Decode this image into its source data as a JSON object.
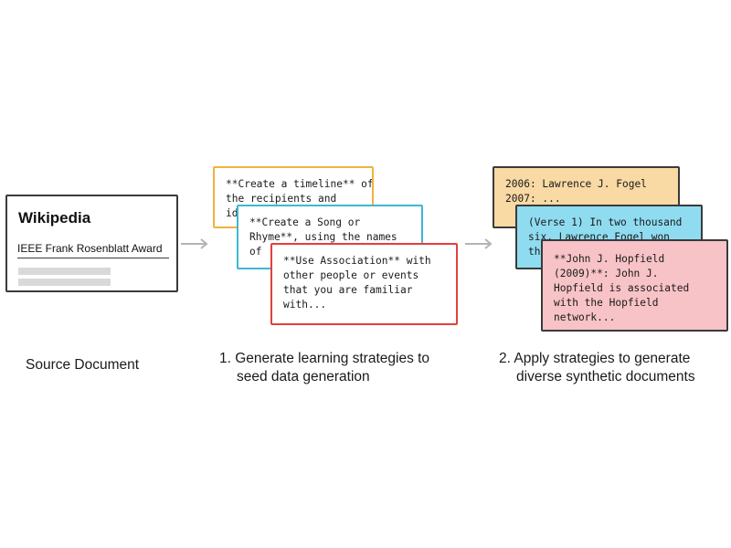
{
  "source": {
    "title": "Wikipedia",
    "subtitle": "IEEE Frank Rosenblatt Award",
    "caption": "Source Document"
  },
  "strategies": [
    {
      "text": "**Create a timeline** of\nthe recipients and\nid",
      "border_color": "#f0b23e"
    },
    {
      "text": "**Create a Song or\nRhyme**, using the names\nof",
      "border_color": "#3fb8cf"
    },
    {
      "text": "**Use Association** with\nother people or events\nthat you are familiar\nwith...",
      "border_color": "#e2403c"
    }
  ],
  "documents": [
    {
      "text": "2006: Lawrence J. Fogel\n2007: ...",
      "background_color": "#f9d9a4"
    },
    {
      "text": "(Verse 1) In two thousand\nsix, Lawrence Fogel won\nth",
      "background_color": "#8fdcf0"
    },
    {
      "text": "**John J. Hopfield\n(2009)**: John J.\nHopfield is associated\nwith the Hopfield\nnetwork...",
      "background_color": "#f7c3c6"
    }
  ],
  "captions": {
    "step1_line1": "1. Generate learning strategies to",
    "step1_line2": "seed data generation",
    "step2_line1": "2. Apply strategies to generate",
    "step2_line2": "diverse synthetic documents"
  },
  "colors": {
    "arrow": "#b3b3b3",
    "card_border": "#3a3a3a"
  }
}
